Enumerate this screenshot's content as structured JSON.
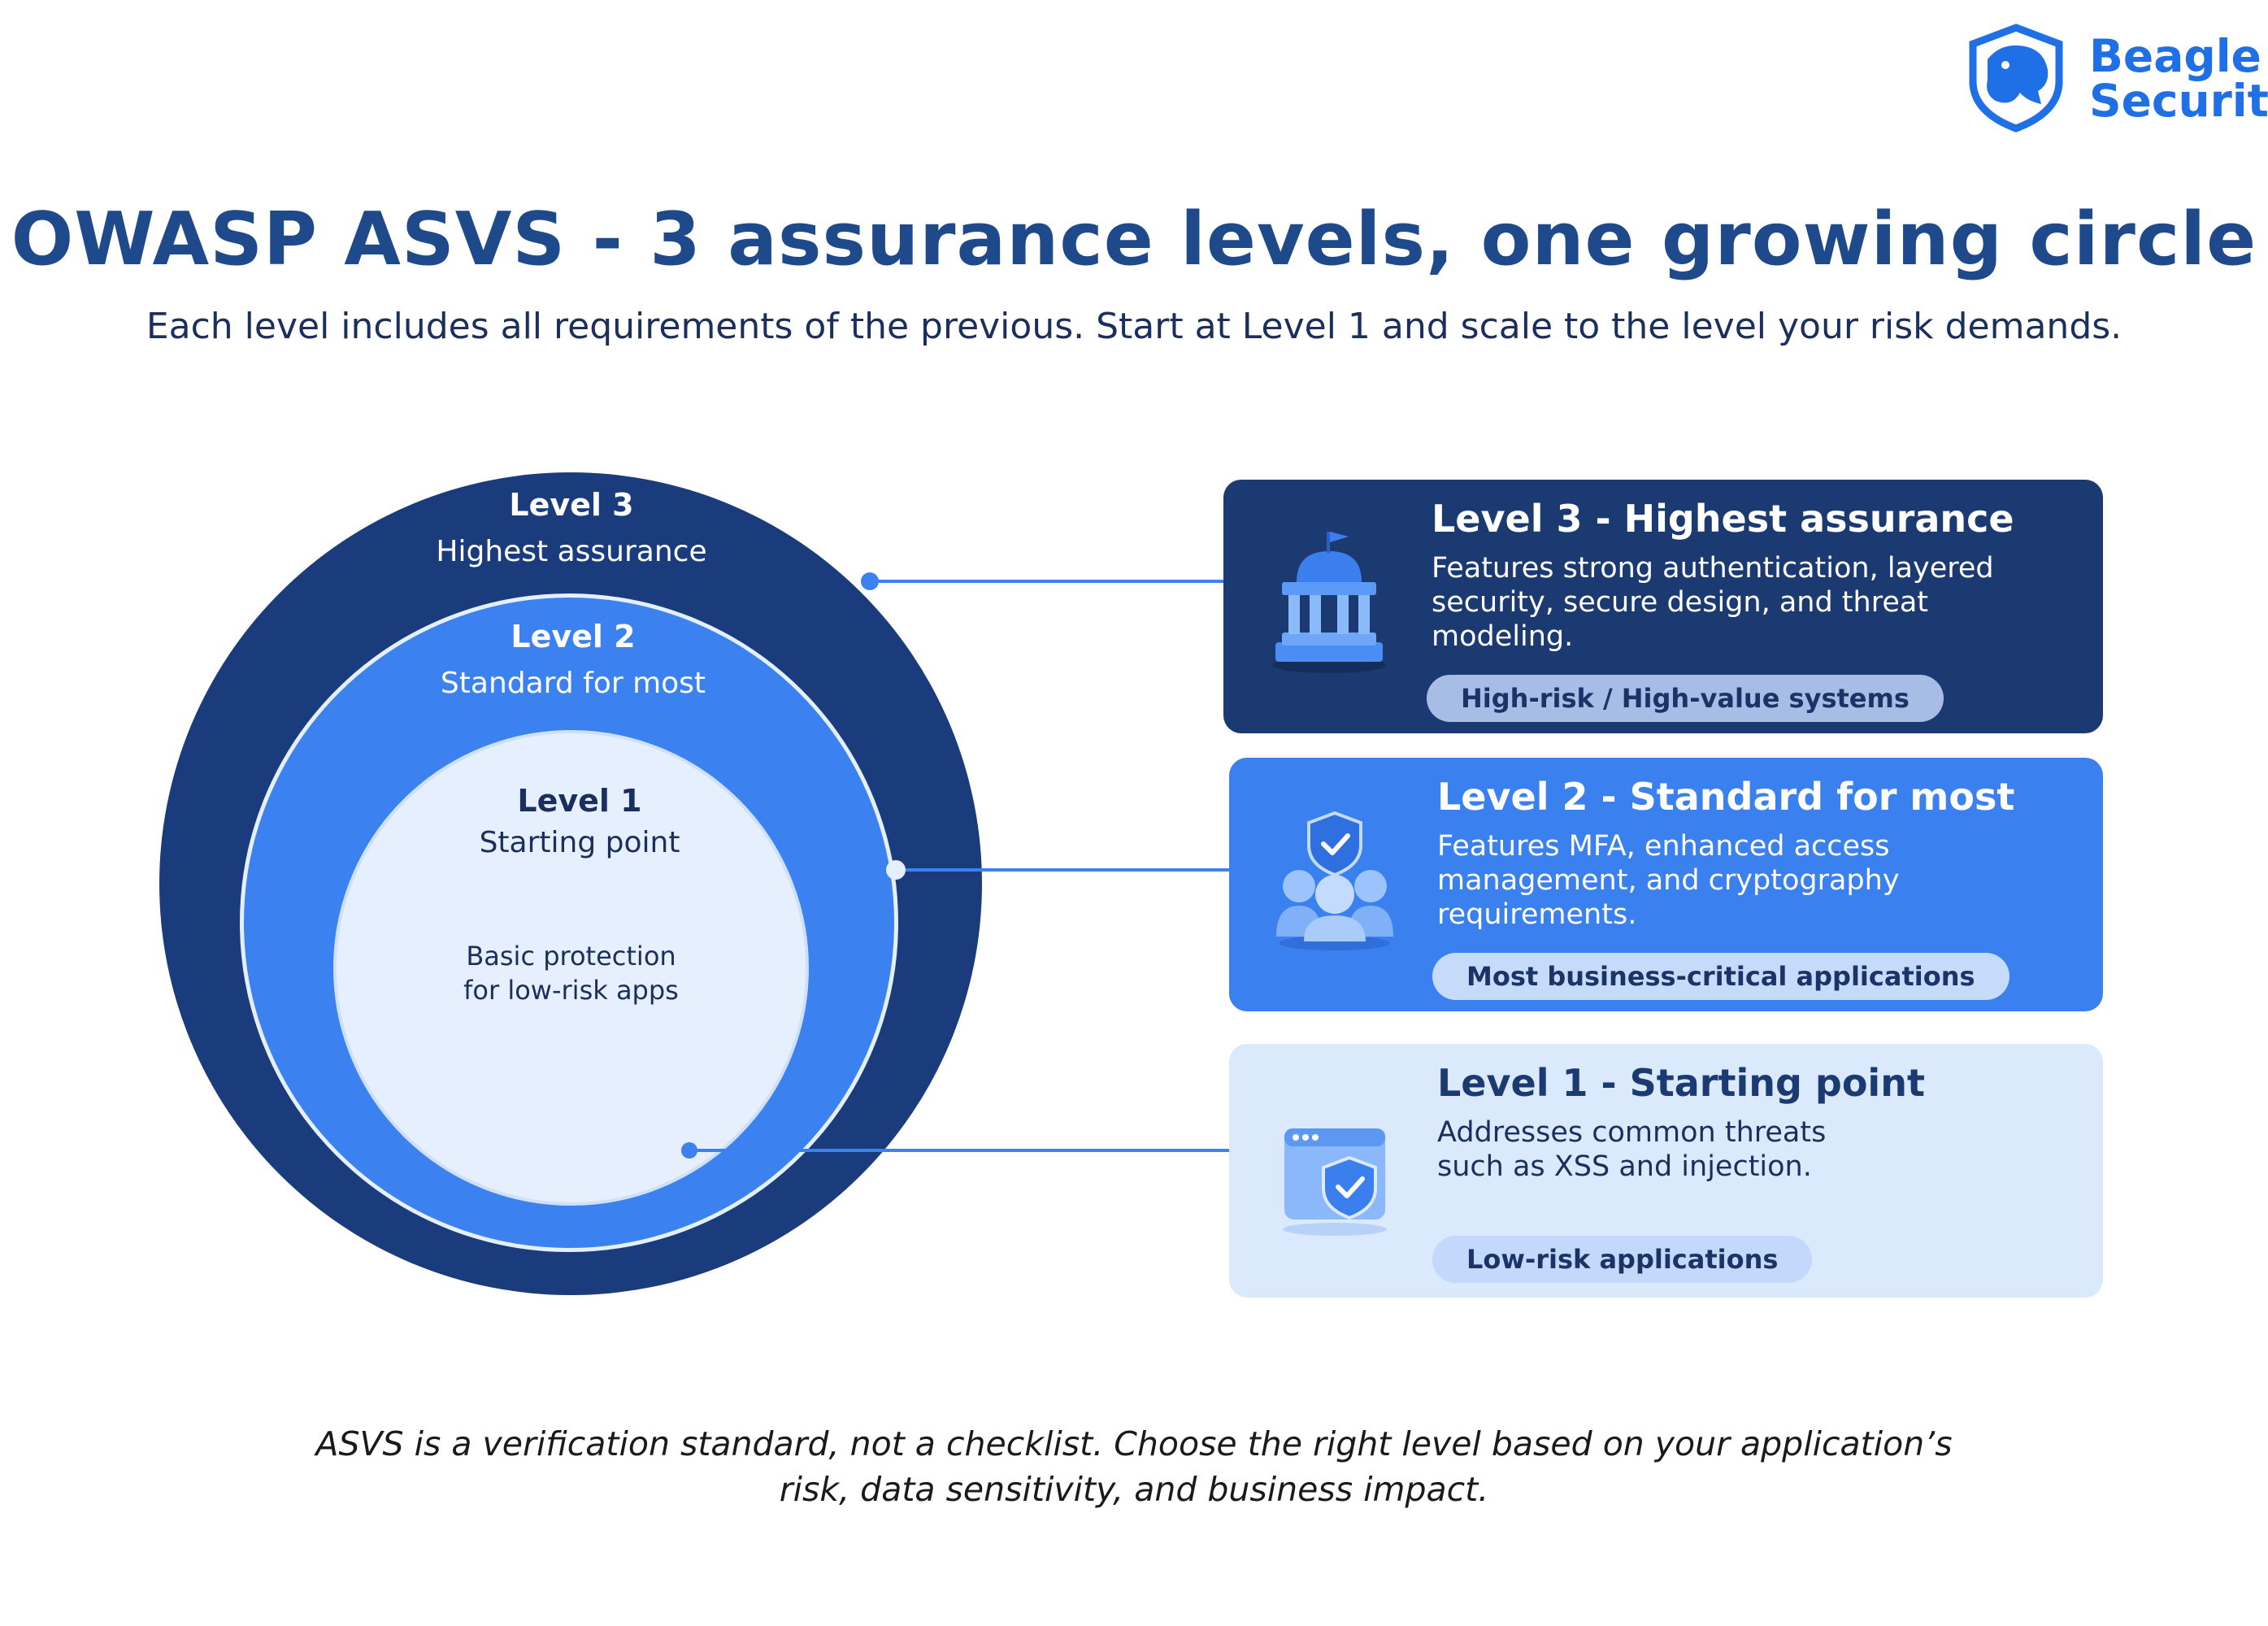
{
  "brand": {
    "line1": "Beagle",
    "line2": "Security",
    "color": "#1f6fe6"
  },
  "header": {
    "title": "OWASP ASVS - 3 assurance levels, one growing circle",
    "subtitle": "Each level includes all requirements of the previous. Start at Level 1 and scale to the level your risk demands."
  },
  "rings": {
    "level3": {
      "level": "Level 3",
      "name": "Highest assurance"
    },
    "level2": {
      "level": "Level 2",
      "name": "Standard for most"
    },
    "level1": {
      "level": "Level 1",
      "name": "Starting point",
      "desc_line1": "Basic protection",
      "desc_line2": "for low-risk apps"
    }
  },
  "cards": {
    "level3": {
      "title": "Level 3 - Highest assurance",
      "desc": "Features strong authentication, layered security, secure design, and threat modeling.",
      "tag": "High-risk / High-value systems",
      "icon": "government-building-icon"
    },
    "level2": {
      "title": "Level 2 - Standard for most",
      "desc": "Features MFA, enhanced access management, and cryptography requirements.",
      "tag": "Most business-critical applications",
      "icon": "users-shield-icon"
    },
    "level1": {
      "title": "Level 1 - Starting point",
      "desc_line1": "Addresses common threats",
      "desc_line2": "such as XSS and injection.",
      "tag": "Low-risk applications",
      "icon": "browser-shield-icon"
    }
  },
  "colors": {
    "level3": "#1b3a72",
    "level2": "#3a80ef",
    "level1": "#dbe9fd",
    "title": "#1e4a8c"
  },
  "footer": {
    "line1": "ASVS is a verification standard, not a checklist. Choose the right level based on your application’s",
    "line2": "risk, data sensitivity, and business impact."
  }
}
